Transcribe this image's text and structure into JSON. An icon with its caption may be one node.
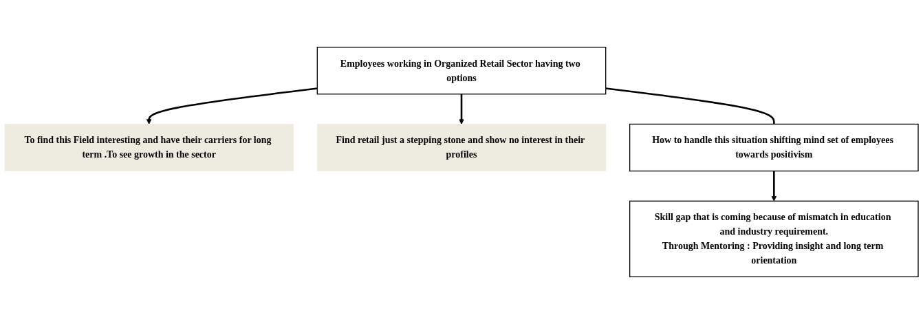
{
  "diagram": {
    "nodes": [
      {
        "text": [
          "Employees working in Organized Retail Sector having two options"
        ]
      },
      {
        "text": [
          "To find this Field interesting and have their carriers for long term .To see growth in the sector"
        ]
      },
      {
        "text": [
          "Find retail just a stepping stone and show no interest in their profiles"
        ]
      },
      {
        "text": [
          "How to handle this situation shifting mind set of employees towards positivism"
        ]
      },
      {
        "text": [
          "Skill gap that is coming because of mismatch in education and industry requirement.",
          "Through Mentoring : Providing insight and long term orientation"
        ]
      }
    ],
    "edges": [
      {
        "from": 0,
        "to": 1,
        "arrow": "to"
      },
      {
        "from": 0,
        "to": 2,
        "arrow": "to"
      },
      {
        "from": 0,
        "to": 3,
        "arrow": "none"
      },
      {
        "from": 3,
        "to": 4,
        "arrow": "to"
      }
    ]
  }
}
